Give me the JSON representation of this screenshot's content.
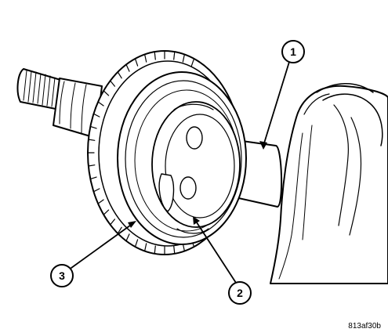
{
  "callouts": [
    {
      "id": "1",
      "label": "1"
    },
    {
      "id": "2",
      "label": "2"
    },
    {
      "id": "3",
      "label": "3"
    }
  ],
  "figure_id": "813af30b"
}
